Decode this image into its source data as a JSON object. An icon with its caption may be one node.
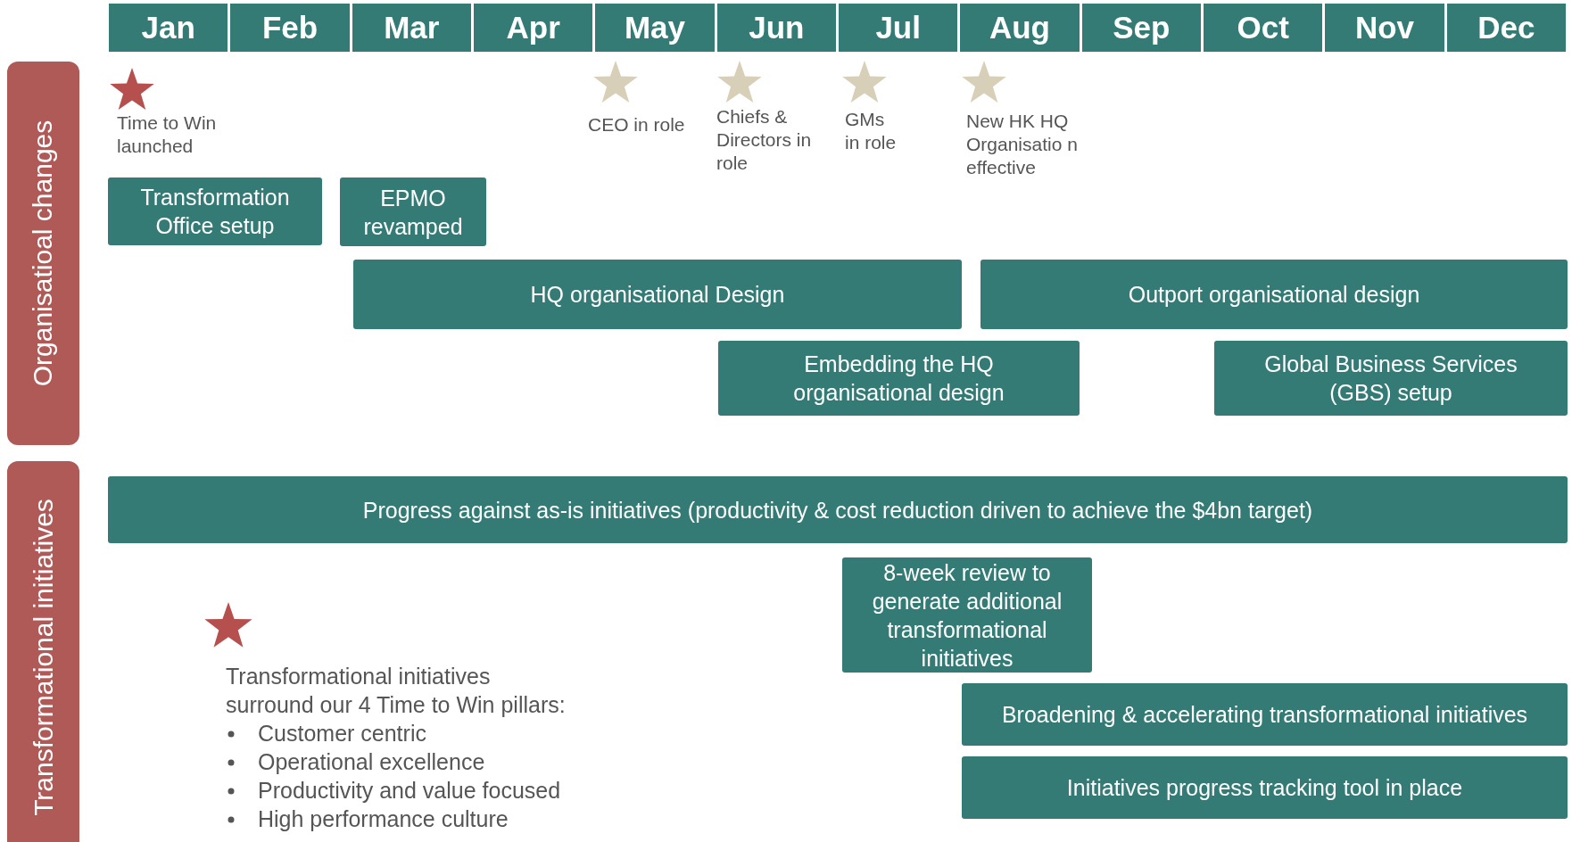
{
  "diagram": {
    "nodes": [
      {
        "text": [
          "Jan"
        ]
      },
      {
        "text": [
          "Feb"
        ]
      },
      {
        "text": [
          "Mar"
        ]
      },
      {
        "text": [
          "Apr"
        ]
      },
      {
        "text": [
          "May"
        ]
      },
      {
        "text": [
          "Jun"
        ]
      },
      {
        "text": [
          "Jul"
        ]
      },
      {
        "text": [
          "Aug"
        ]
      },
      {
        "text": [
          "Sep"
        ]
      },
      {
        "text": [
          "Oct"
        ]
      },
      {
        "text": [
          "Nov"
        ]
      },
      {
        "text": [
          "Dec"
        ]
      },
      {
        "text": [
          "Organisatioal changes"
        ]
      },
      {
        "text": [],
        "shape": "star",
        "beside": [
          "Time to Win launched"
        ]
      },
      {
        "text": [],
        "shape": "star",
        "beside": [
          "CEO in role"
        ]
      },
      {
        "text": [],
        "shape": "star",
        "beside": [
          "Chiefs & Directors in role"
        ]
      },
      {
        "text": [],
        "shape": "star",
        "beside": [
          "GMs in role"
        ]
      },
      {
        "text": [],
        "shape": "star",
        "beside": [
          "New HK HQ Organisatio n effective"
        ]
      },
      {
        "text": [
          "Transformation Office setup"
        ]
      },
      {
        "text": [
          "EPMO revamped"
        ]
      },
      {
        "text": [
          "HQ organisational Design"
        ]
      },
      {
        "text": [
          "Outport organisational design"
        ]
      },
      {
        "text": [
          "Embedding the HQ organisational design"
        ]
      },
      {
        "text": [
          "Global Business Services (GBS) setup"
        ]
      },
      {
        "text": [
          "Transformational initiatives"
        ]
      },
      {
        "text": [
          "Progress against as-is initiatives (productivity & cost reduction driven to achieve the $4bn target)"
        ]
      },
      {
        "text": [
          "8-week review to generate additional transformational initiatives"
        ]
      },
      {
        "text": [],
        "shape": "star",
        "beside": [
          "Transformational initiatives surround our 4 Time to Win pillars:",
          "Customer centric",
          "Operational excellence",
          "Productivity and value focused",
          "High performance culture"
        ]
      },
      {
        "text": [
          "Broadening & accelerating transformational initiatives"
        ]
      },
      {
        "text": [
          "Initiatives progress tracking tool in place"
        ]
      }
    ],
    "edges": []
  }
}
